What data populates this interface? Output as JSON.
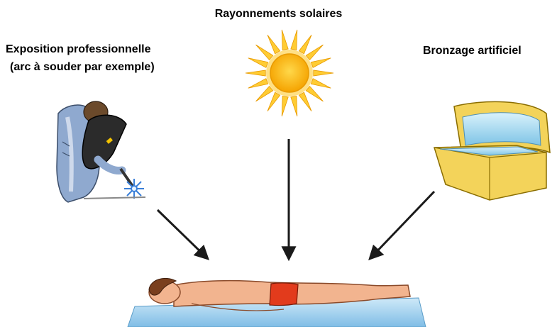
{
  "labels": {
    "sun": "Rayonnements solaires",
    "welding_title": "Exposition professionnelle",
    "welding_subtitle": "(arc à souder par exemple)",
    "tanning": "Bronzage artificiel"
  },
  "colors": {
    "sun_core": "#ffb400",
    "sun_rays": "#ffcc33",
    "arrow": "#1a1a1a",
    "welder_coat": "#8fa9cf",
    "welding_spark": "#3a7fd8",
    "tanning_bed": "#f3d35a",
    "tanning_glow": "#9fd8f0",
    "skin": "#f2b48f",
    "swimsuit": "#e23b1c",
    "towel": "#a9d5ef"
  },
  "icons": [
    "sun-icon",
    "welder-icon",
    "tanning-bed-icon",
    "sunbather-icon"
  ]
}
